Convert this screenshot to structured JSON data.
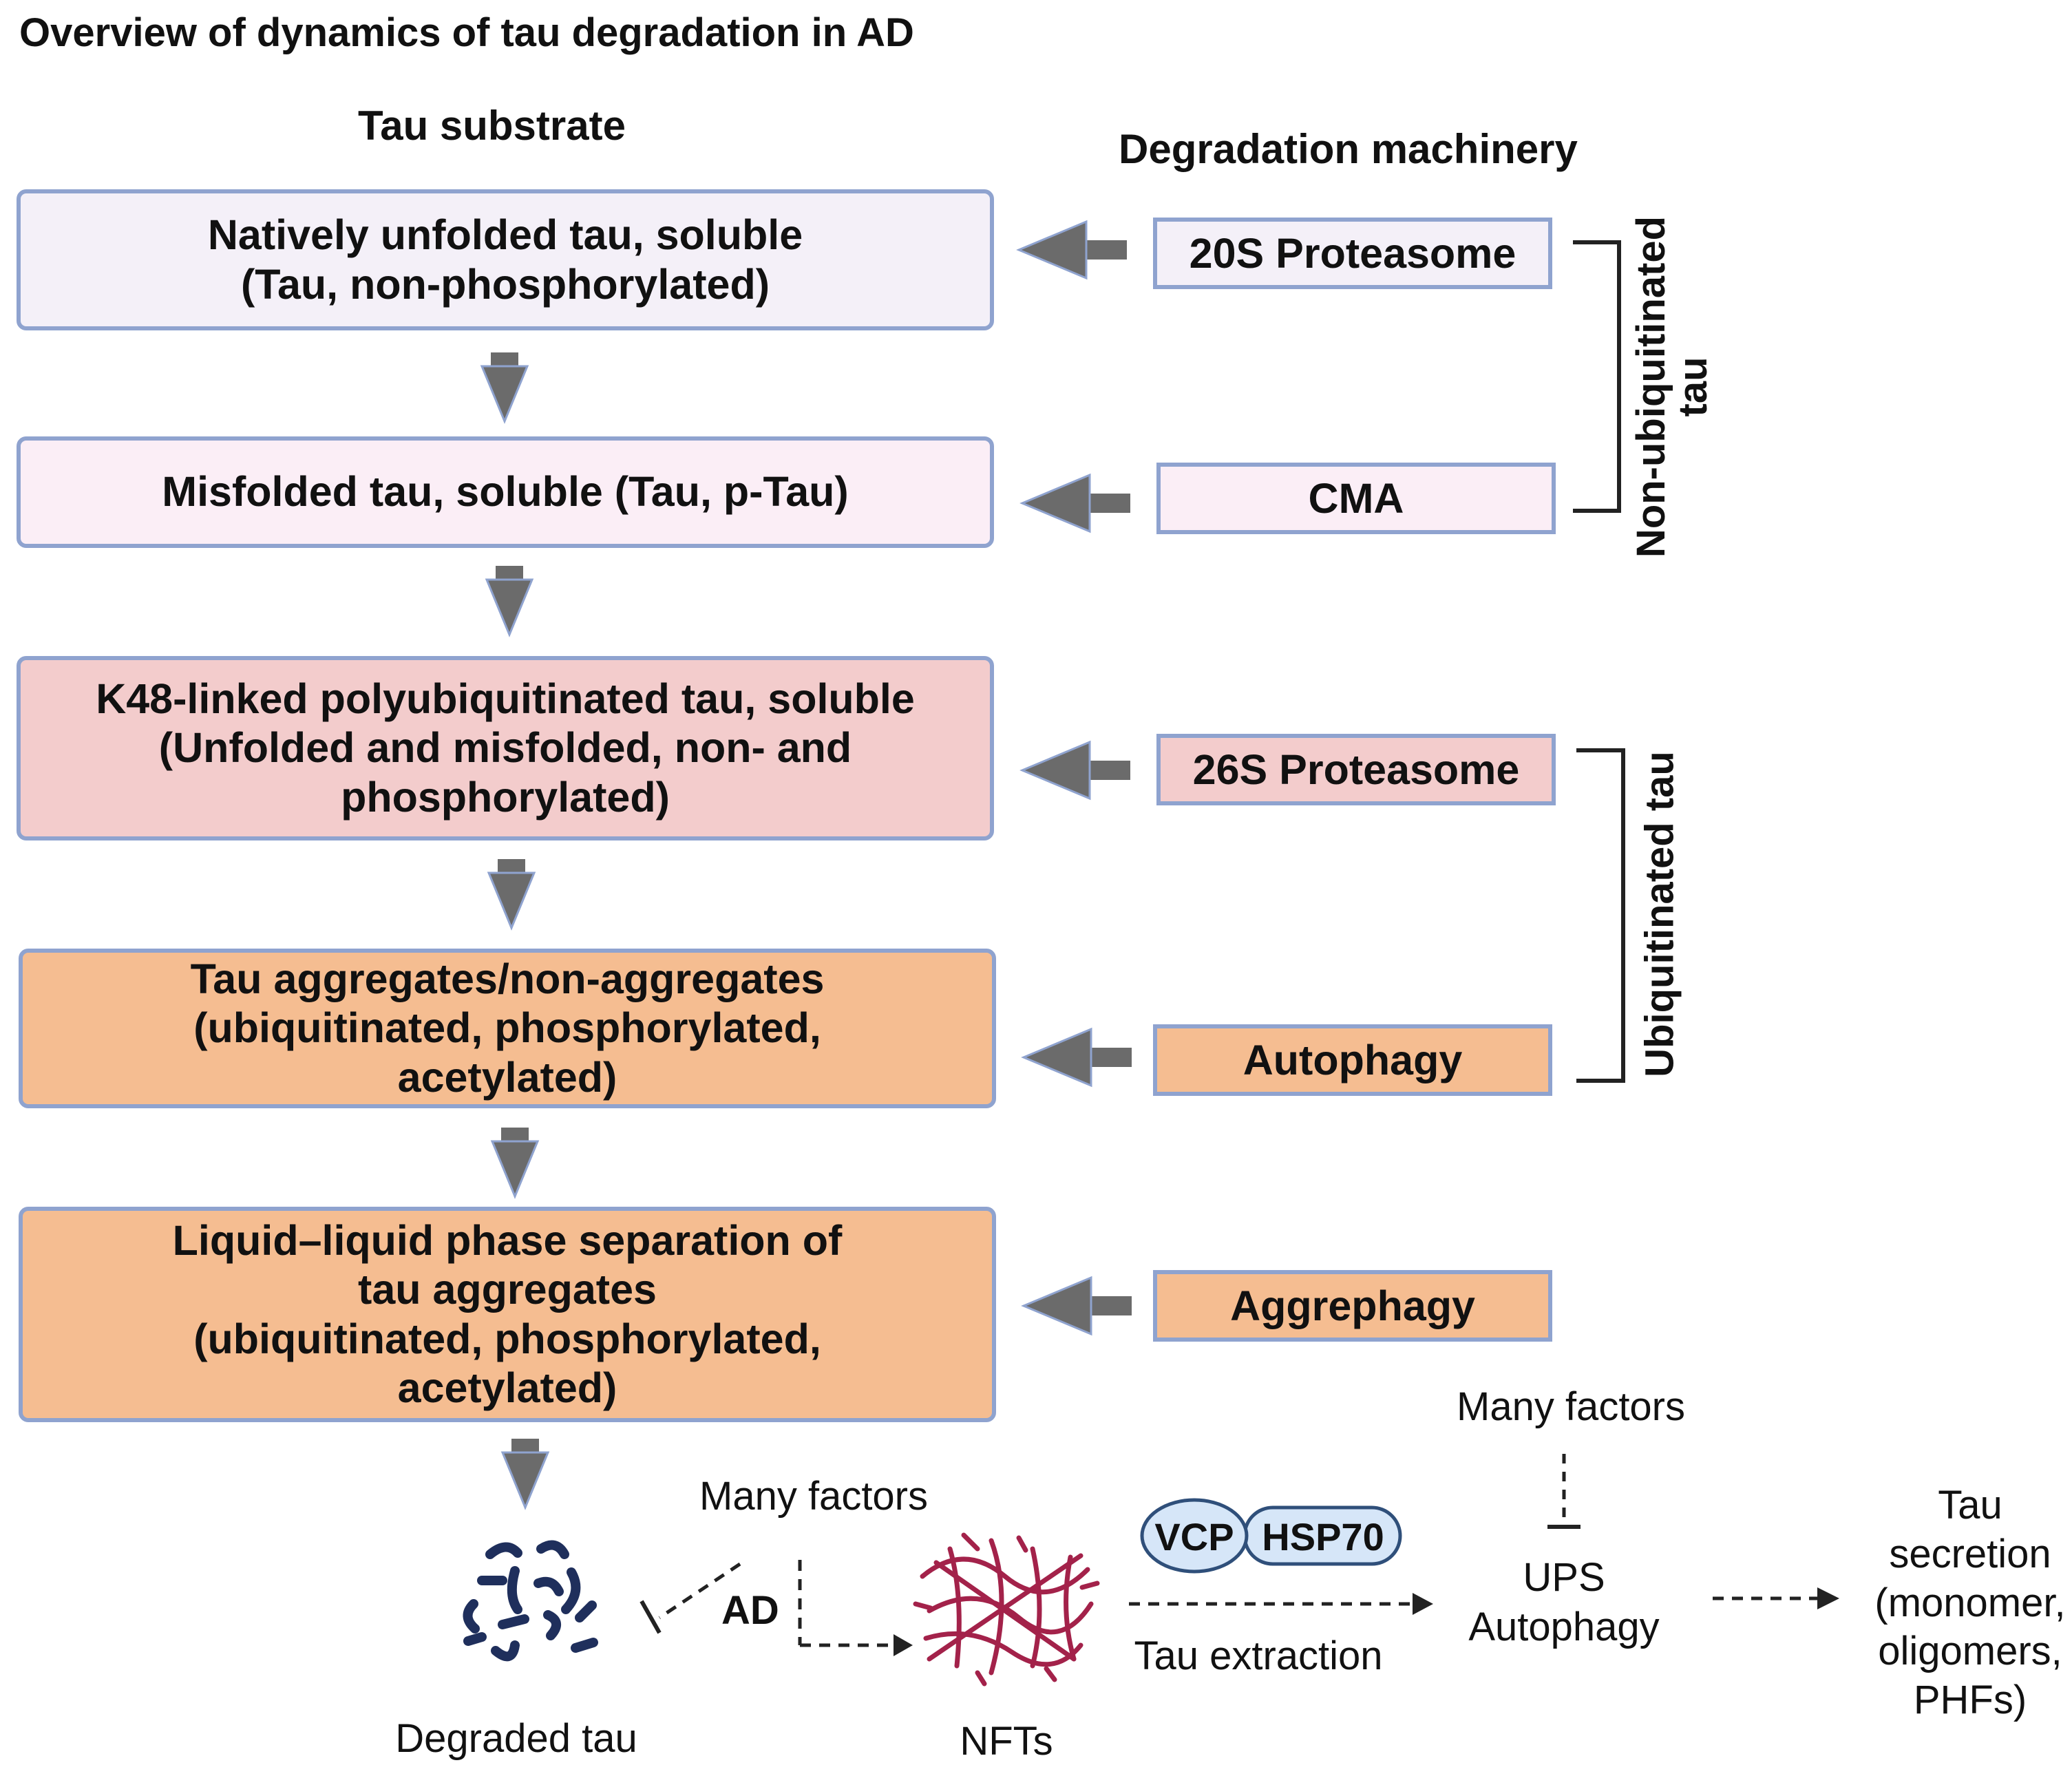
{
  "title": "Overview of dynamics of tau degradation in AD",
  "headings": {
    "substrate": "Tau substrate",
    "machinery": "Degradation machinery"
  },
  "substrates": [
    {
      "text": "Natively unfolded tau, soluble\n(Tau, non-phosphorylated)",
      "color": "#f4f0f8"
    },
    {
      "text": "Misfolded tau, soluble (Tau, p-Tau)",
      "color": "#fbeef6"
    },
    {
      "text": "K48-linked polyubiquitinated tau, soluble\n(Unfolded and misfolded, non- and\nphosphorylated)",
      "color": "#f3cccc"
    },
    {
      "text": "Tau aggregates/non-aggregates\n(ubiquitinated, phosphorylated,\nacetylated)",
      "color": "#f5bd91"
    },
    {
      "text": "Liquid–liquid phase separation of\ntau aggregates\n(ubiquitinated, phosphorylated,\nacetylated)",
      "color": "#f5bd91"
    }
  ],
  "machinery": [
    {
      "label": "20S Proteasome",
      "color": "#f4f0f8"
    },
    {
      "label": "CMA",
      "color": "#fbeef6"
    },
    {
      "label": "26S Proteasome",
      "color": "#f3cccc"
    },
    {
      "label": "Autophagy",
      "color": "#f5bd91"
    },
    {
      "label": "Aggrephagy",
      "color": "#f5bd91"
    }
  ],
  "groups": {
    "non_ubiquitinated": "Non-ubiquitinated\ntau",
    "ubiquitinated": "Ubiquitinated tau"
  },
  "bottom": {
    "degraded_tau": "Degraded tau",
    "many_factors_1": "Many factors",
    "ad": "AD",
    "nfts": "NFTs",
    "vcp": "VCP",
    "hsp70": "HSP70",
    "tau_extraction": "Tau extraction",
    "many_factors_2": "Many factors",
    "ups": "UPS",
    "autophagy": "Autophagy",
    "secretion": "Tau\nsecretion\n(monomer,\noligomers,\nPHFs)"
  },
  "colors": {
    "border": "#8fa3cf",
    "arrow": "#6b6b6b",
    "degraded_tau": "#1f2f5c",
    "nfts": "#a3224a",
    "vcp_fill": "#d6e6f8",
    "vcp_border": "#2f4f7a"
  }
}
